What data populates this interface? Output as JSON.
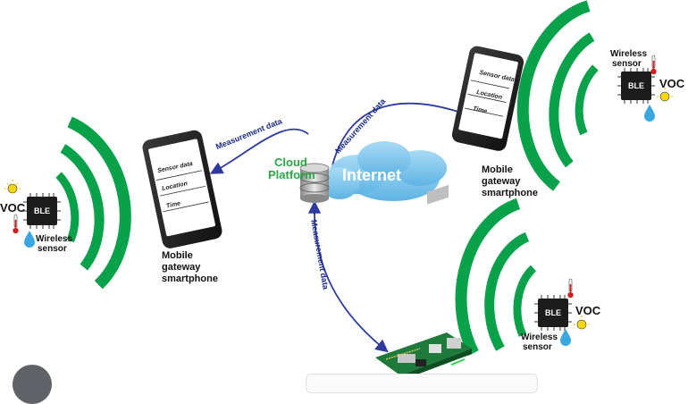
{
  "cloud": {
    "title_line1": "Cloud",
    "title_line2": "Platform",
    "internet": "Internet"
  },
  "arrows": {
    "left": "Measurement data",
    "right": "Measurement data",
    "down": "Measurement data"
  },
  "phones": {
    "left": {
      "fields": [
        "Sensor data",
        "Location",
        "Time"
      ],
      "caption": [
        "Mobile",
        "gateway",
        "smartphone"
      ]
    },
    "right": {
      "fields": [
        "Sensor data",
        "Location",
        "Time"
      ],
      "caption": [
        "Mobile",
        "gateway",
        "smartphone"
      ]
    }
  },
  "sensors": {
    "left": {
      "chip": "BLE",
      "voc": "VOC",
      "caption": [
        "Wireless",
        "sensor"
      ]
    },
    "right": {
      "chip": "BLE",
      "voc": "VOC",
      "caption": [
        "Wireless",
        "sensor"
      ]
    },
    "bottom": {
      "chip": "BLE",
      "voc": "VOC",
      "caption": [
        "Wireless",
        "sensor"
      ]
    }
  },
  "colors": {
    "waves": "#0aa14b",
    "arrow": "#2f3aa0",
    "cloud": "#7fc6ec",
    "cloud_title": "#2aa748",
    "internet_text": "#ffffff"
  }
}
